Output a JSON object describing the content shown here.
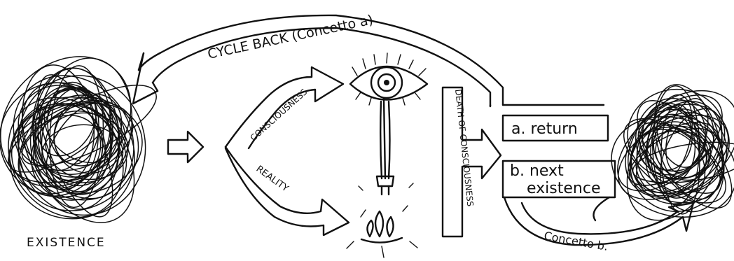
{
  "labels": {
    "cycle_back": "CYCLE BACK (Concetto a)",
    "consciousness": "CONSCIOUSNESS",
    "reality": "REALITY",
    "death_of_consciousness": "DEATH OF CONSCIOUSNESS",
    "return_option": "a. return",
    "next_existence_line1": "b. next",
    "next_existence_line2": "existence",
    "concetto_b": "Concetto b.",
    "existence": "EXISTENCE"
  },
  "icons": [
    "scribble-ball-icon",
    "eye-icon",
    "power-plug-icon",
    "flame-icon",
    "scribble-ball-icon"
  ],
  "colors": {
    "ink": "#111111",
    "paper": "#ffffff"
  }
}
